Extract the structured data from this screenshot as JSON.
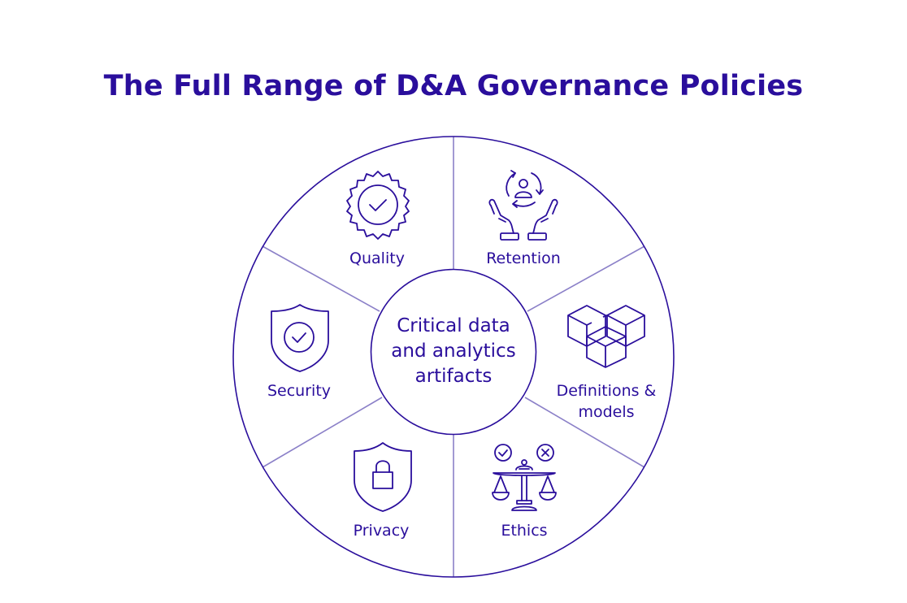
{
  "title": "The Full Range of D&A Governance Policies",
  "colors": {
    "primary": "#2A0E9C",
    "divider": "#8B80C8",
    "background": "#FFFFFF"
  },
  "center": {
    "lines": [
      "Critical data",
      "and analytics",
      "artifacts"
    ]
  },
  "segments": [
    {
      "id": "quality",
      "label": "Quality",
      "icon": "quality-badge-check-icon"
    },
    {
      "id": "retention",
      "label": "Retention",
      "icon": "hands-user-cycle-icon"
    },
    {
      "id": "definitions",
      "label_lines": [
        "Definitions &",
        "models"
      ],
      "icon": "stacked-cubes-icon"
    },
    {
      "id": "ethics",
      "label": "Ethics",
      "icon": "scales-check-cross-icon"
    },
    {
      "id": "privacy",
      "label": "Privacy",
      "icon": "shield-lock-icon"
    },
    {
      "id": "security",
      "label": "Security",
      "icon": "shield-check-icon"
    }
  ]
}
